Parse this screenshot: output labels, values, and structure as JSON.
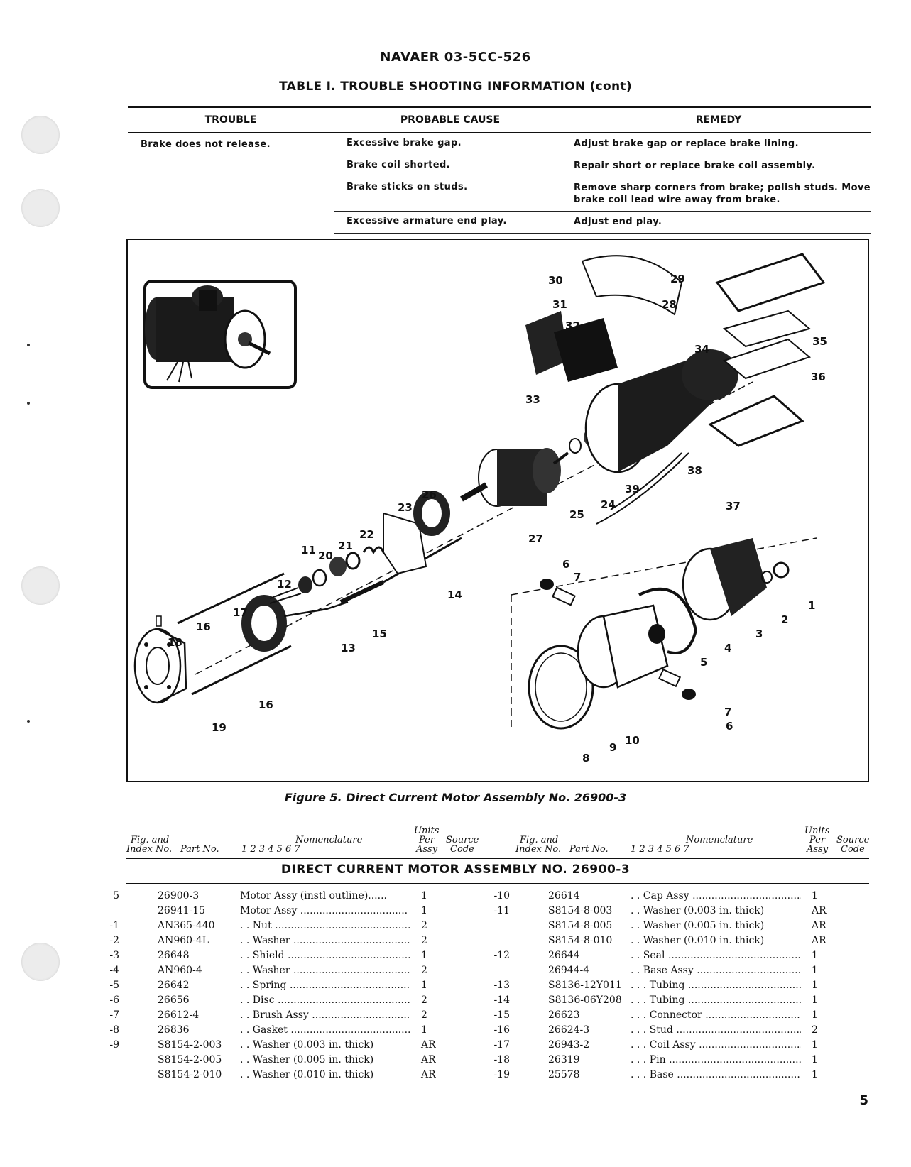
{
  "header": {
    "doc_id": "NAVAER 03-5CC-526",
    "table_title": "TABLE I. TROUBLE SHOOTING INFORMATION (cont)"
  },
  "trouble_table": {
    "columns": [
      "TROUBLE",
      "PROBABLE CAUSE",
      "REMEDY"
    ],
    "trouble": "Brake does not release.",
    "rows": [
      {
        "cause": "Excessive brake gap.",
        "remedy": "Adjust brake gap or replace brake lining."
      },
      {
        "cause": "Brake coil shorted.",
        "remedy": "Repair short or replace brake coil assembly."
      },
      {
        "cause": "Brake sticks on studs.",
        "remedy": "Remove sharp corners from brake; polish studs. Move brake coil lead wire away from brake."
      },
      {
        "cause": "Excessive armature end play.",
        "remedy": "Adjust end play."
      }
    ]
  },
  "figure": {
    "caption": "Figure 5. Direct Current Motor Assembly No. 26900-3",
    "callouts": [
      "1",
      "2",
      "3",
      "4",
      "5",
      "6",
      "6",
      "7",
      "7",
      "8",
      "9",
      "10",
      "11",
      "12",
      "13",
      "14",
      "15",
      "16",
      "16",
      "17",
      "18",
      "19",
      "20",
      "21",
      "22",
      "23",
      "24",
      "25",
      "26",
      "27",
      "28",
      "29",
      "30",
      "31",
      "32",
      "33",
      "34",
      "35",
      "36",
      "37",
      "38",
      "39"
    ]
  },
  "parts_list": {
    "header": {
      "fig_and": "Fig. and",
      "index_no": "Index No.",
      "part_no": "Part No.",
      "levels": "1 2 3 4 5 6 7",
      "nomenclature": "Nomenclature",
      "units": "Units",
      "per": "Per",
      "assy": "Assy",
      "source": "Source",
      "code": "Code"
    },
    "title": "DIRECT CURRENT MOTOR ASSEMBLY NO. 26900-3",
    "left": [
      {
        "index": "5",
        "part": "26900-3",
        "desc": "Motor Assy (instl outline)......",
        "units": "1",
        "source": ""
      },
      {
        "index": "",
        "part": "26941-15",
        "desc": "  Motor Assy ..................................",
        "units": "1",
        "source": ""
      },
      {
        "index": "-1",
        "part": "AN365-440",
        "desc": " . .  Nut ..............................................",
        "units": "2",
        "source": ""
      },
      {
        "index": "-2",
        "part": "AN960-4L",
        "desc": " . .  Washer ........................................",
        "units": "2",
        "source": ""
      },
      {
        "index": "-3",
        "part": "26648",
        "desc": " . .  Shield ..........................................",
        "units": "1",
        "source": ""
      },
      {
        "index": "-4",
        "part": "AN960-4",
        "desc": " . .  Washer ........................................",
        "units": "2",
        "source": ""
      },
      {
        "index": "-5",
        "part": "26642",
        "desc": " . .  Spring ..........................................",
        "units": "1",
        "source": ""
      },
      {
        "index": "-6",
        "part": "26656",
        "desc": " . .  Disc ..............................................",
        "units": "2",
        "source": ""
      },
      {
        "index": "-7",
        "part": "26612-4",
        "desc": " . .  Brush Assy .................................",
        "units": "2",
        "source": ""
      },
      {
        "index": "-8",
        "part": "26836",
        "desc": " . .  Gasket .........................................",
        "units": "1",
        "source": ""
      },
      {
        "index": "-9",
        "part": "S8154-2-003",
        "desc": " . .  Washer (0.003 in. thick)",
        "units": "AR",
        "source": ""
      },
      {
        "index": "",
        "part": "S8154-2-005",
        "desc": " . .  Washer (0.005 in. thick)",
        "units": "AR",
        "source": ""
      },
      {
        "index": "",
        "part": "S8154-2-010",
        "desc": " . .  Washer (0.010 in. thick)",
        "units": "AR",
        "source": ""
      }
    ],
    "right": [
      {
        "index": "-10",
        "part": "26614",
        "desc": " . .  Cap Assy ......................................",
        "units": "1",
        "source": ""
      },
      {
        "index": "-11",
        "part": "S8154-8-003",
        "desc": " . .  Washer (0.003 in. thick)",
        "units": "AR",
        "source": ""
      },
      {
        "index": "",
        "part": "S8154-8-005",
        "desc": " . .  Washer (0.005 in. thick)",
        "units": "AR",
        "source": ""
      },
      {
        "index": "",
        "part": "S8154-8-010",
        "desc": " . .  Washer (0.010 in. thick)",
        "units": "AR",
        "source": ""
      },
      {
        "index": "-12",
        "part": "26644",
        "desc": " . .  Seal ..............................................",
        "units": "1",
        "source": ""
      },
      {
        "index": "",
        "part": "26944-4",
        "desc": " . .  Base Assy ....................................",
        "units": "1",
        "source": ""
      },
      {
        "index": "-13",
        "part": "S8136-12Y011",
        "desc": " . . .  Tubing .....................................",
        "units": "1",
        "source": ""
      },
      {
        "index": "-14",
        "part": "S8136-06Y208",
        "desc": " . . .  Tubing .....................................",
        "units": "1",
        "source": ""
      },
      {
        "index": "-15",
        "part": "26623",
        "desc": " . . .  Connector ..............................",
        "units": "1",
        "source": ""
      },
      {
        "index": "-16",
        "part": "26624-3",
        "desc": " . . .  Stud .........................................",
        "units": "2",
        "source": ""
      },
      {
        "index": "-17",
        "part": "26943-2",
        "desc": " . . .  Coil Assy .................................",
        "units": "1",
        "source": ""
      },
      {
        "index": "-18",
        "part": "26319",
        "desc": " . . .  Pin ...........................................",
        "units": "1",
        "source": ""
      },
      {
        "index": "-19",
        "part": "25578",
        "desc": " . . .  Base .........................................",
        "units": "1",
        "source": ""
      }
    ]
  },
  "page_number": "5"
}
